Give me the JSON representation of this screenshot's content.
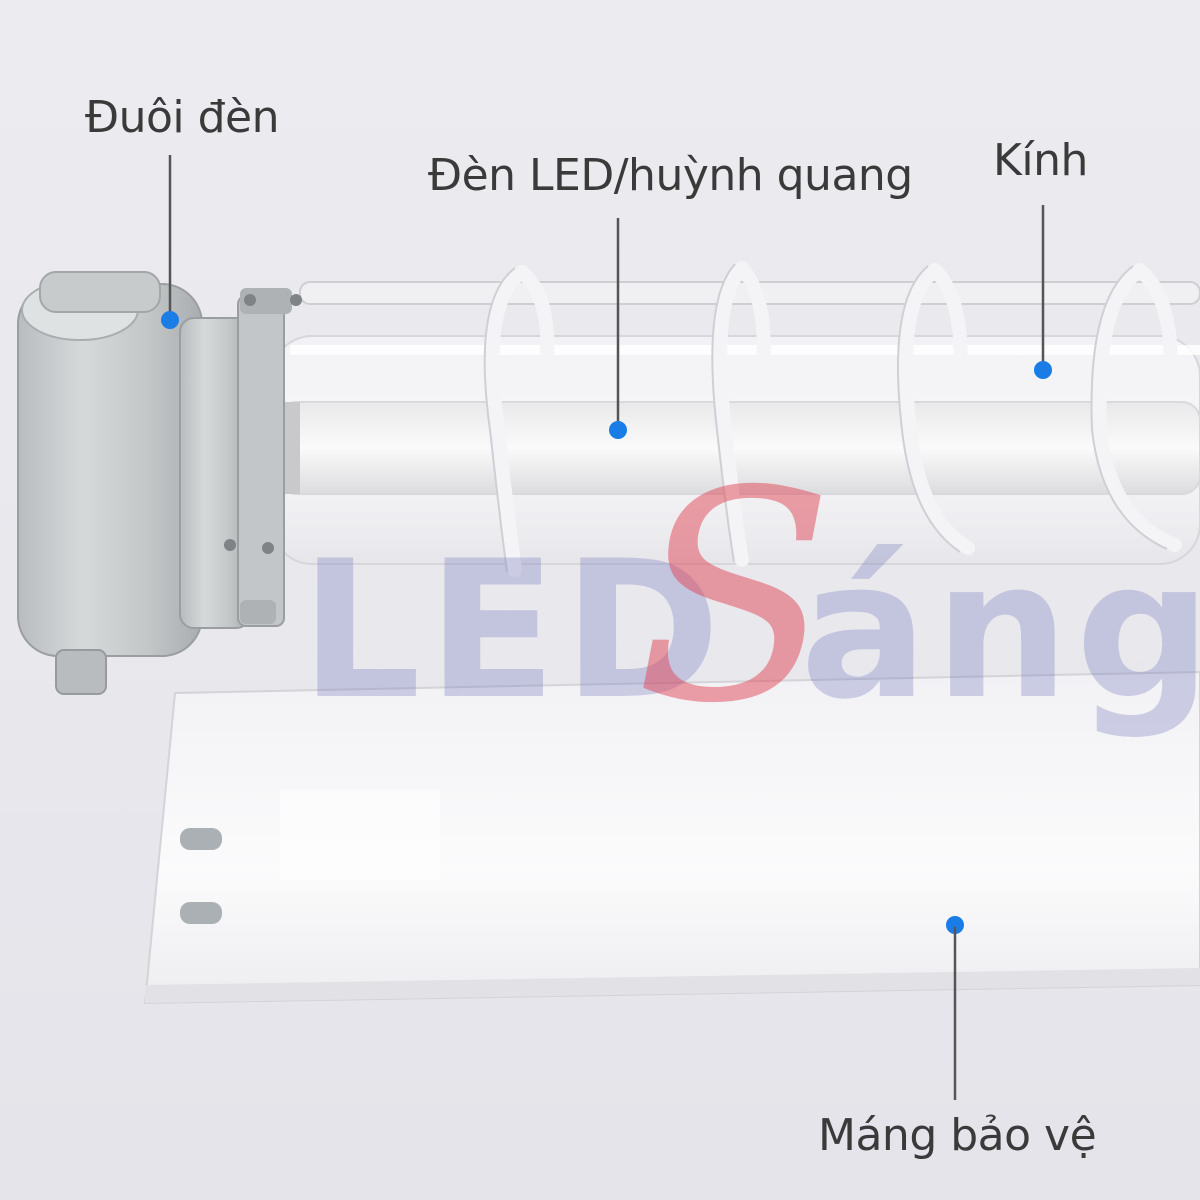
{
  "labels": {
    "cap": "Đuôi đèn",
    "tube": "Đèn LED/huỳnh quang",
    "glass": "Kính",
    "reflector": "Máng bảo vệ"
  },
  "watermark": {
    "left": "LED",
    "s": "S",
    "right": "áng"
  },
  "colors": {
    "marker": "#1a7de6",
    "leader": "#555555",
    "background": "#e9e9ee",
    "watermark_blue": "#787dbe",
    "watermark_red": "#e14655"
  }
}
